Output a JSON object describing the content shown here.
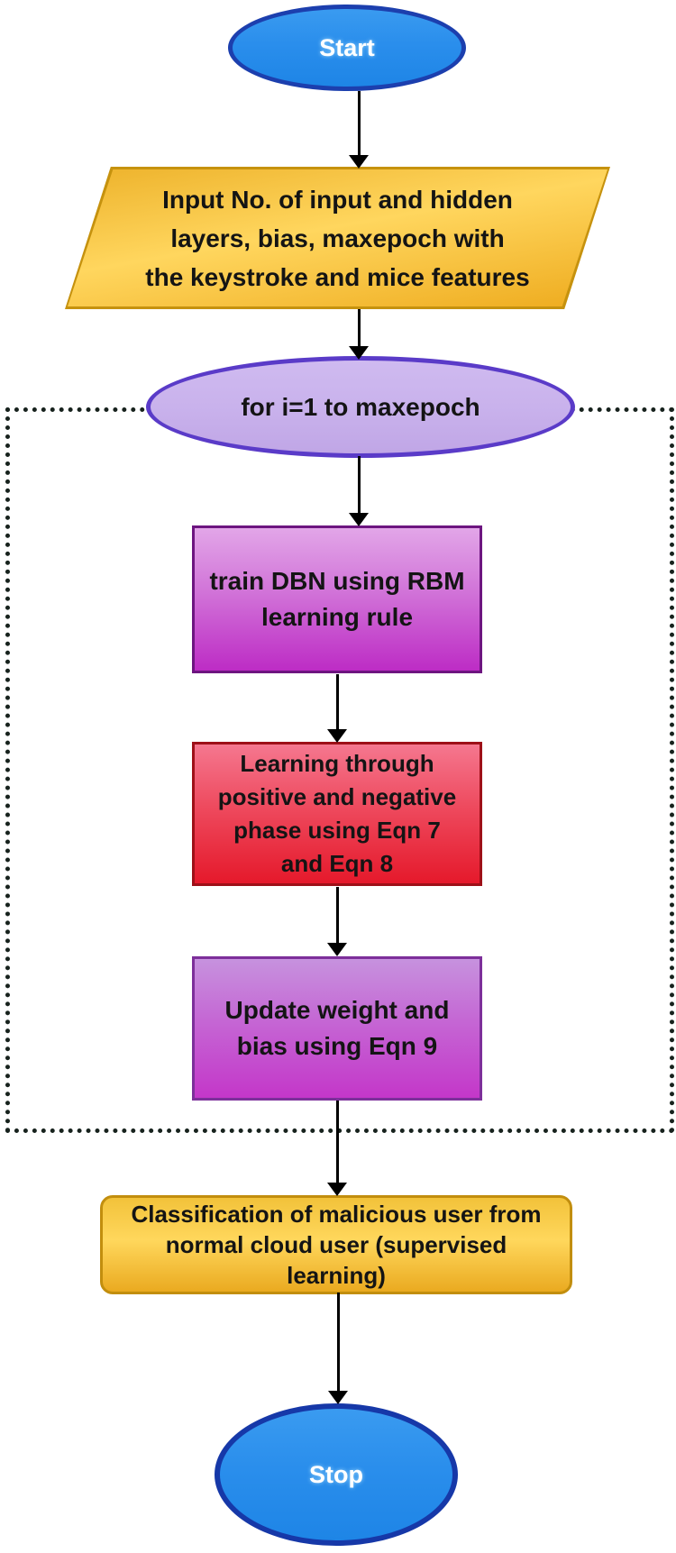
{
  "diagram": {
    "type": "flowchart",
    "background": "#ffffff",
    "arrow_color": "#000000"
  },
  "nodes": {
    "start": {
      "shape": "terminator-ellipse",
      "label": "Start",
      "colors": {
        "top": "#3a9bf0",
        "mid": "#2a8eec",
        "bottom": "#1e85e6",
        "border": "#1c3fae",
        "text": "#ffffff"
      }
    },
    "input": {
      "shape": "parallelogram",
      "label": "Input No. of input and hidden\nlayers, bias, maxepoch with\nthe keystroke and mice features",
      "colors": {
        "top": "#edb22b",
        "mid": "#ffd65e",
        "bottom": "#eeab1e",
        "border": "#c6920e",
        "text": "#141414"
      }
    },
    "loop": {
      "shape": "ellipse",
      "label": "for i=1 to maxepoch",
      "colors": {
        "top": "#cfbaf0",
        "mid": "#c9b2ec",
        "bottom": "#c0a6e6",
        "border": "#5a3bc8",
        "text": "#141414"
      }
    },
    "train": {
      "shape": "process-rect",
      "label": "train DBN using RBM\nlearning rule",
      "colors": {
        "top": "#e2a6e8",
        "mid": "#d173d8",
        "bottom": "#bd2cc5",
        "border": "#6d1580",
        "text": "#141414"
      }
    },
    "learning": {
      "shape": "process-rect",
      "label": "Learning through\npositive and negative\nphase using Eqn 7\nand Eqn 8",
      "colors": {
        "top": "#f5778f",
        "mid": "#ee4a5e",
        "bottom": "#e5192b",
        "border": "#9e1018",
        "text": "#141414"
      }
    },
    "update": {
      "shape": "process-rect",
      "label": "Update weight and\nbias using Eqn 9",
      "colors": {
        "top": "#c692de",
        "mid": "#c566d4",
        "bottom": "#c437c9",
        "border": "#7d2f9a",
        "text": "#141414"
      }
    },
    "classify": {
      "shape": "rounded-rect",
      "label": "Classification of malicious user from\nnormal cloud user (supervised\nlearning)",
      "colors": {
        "top": "#f2c23a",
        "mid": "#ffd75c",
        "bottom": "#eaaa20",
        "border": "#c28e0e",
        "text": "#141414"
      }
    },
    "stop": {
      "shape": "terminator-ellipse",
      "label": "Stop",
      "colors": {
        "top": "#3a9bf0",
        "mid": "#2a8eec",
        "bottom": "#1e85e6",
        "border": "#1638a8",
        "text": "#ffffff"
      }
    }
  },
  "loop_region": {
    "style": "dotted",
    "border_color": "#17221d",
    "entry_node": "loop",
    "contains": [
      "train",
      "learning",
      "update"
    ]
  },
  "edges": [
    {
      "from": "start",
      "to": "input"
    },
    {
      "from": "input",
      "to": "loop"
    },
    {
      "from": "loop",
      "to": "train"
    },
    {
      "from": "train",
      "to": "learning"
    },
    {
      "from": "learning",
      "to": "update"
    },
    {
      "from": "update",
      "to": "classify"
    },
    {
      "from": "classify",
      "to": "stop"
    }
  ]
}
